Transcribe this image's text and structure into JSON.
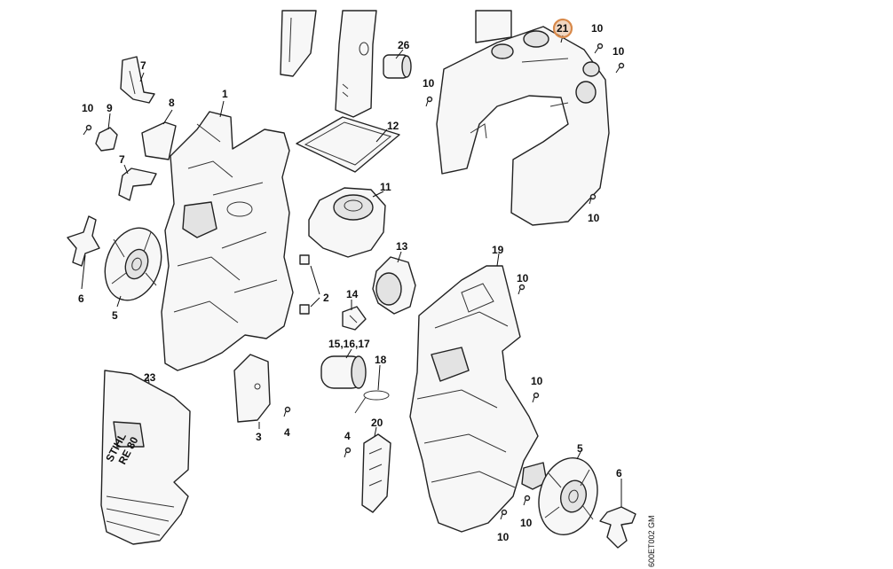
{
  "diagram": {
    "doc_code": "600ET002 GM",
    "highlight_color": "#d8894a",
    "callouts": [
      {
        "id": "c-26",
        "label": "26"
      },
      {
        "id": "c-21",
        "label": "21",
        "highlight": true
      },
      {
        "id": "c-10a",
        "label": "10"
      },
      {
        "id": "c-10b",
        "label": "10"
      },
      {
        "id": "c-10c",
        "label": "10"
      },
      {
        "id": "c-10d",
        "label": "10"
      },
      {
        "id": "c-7a",
        "label": "7"
      },
      {
        "id": "c-8",
        "label": "8"
      },
      {
        "id": "c-1",
        "label": "1"
      },
      {
        "id": "c-10e",
        "label": "10"
      },
      {
        "id": "c-9",
        "label": "9"
      },
      {
        "id": "c-12",
        "label": "12"
      },
      {
        "id": "c-7b",
        "label": "7"
      },
      {
        "id": "c-11",
        "label": "11"
      },
      {
        "id": "c-13",
        "label": "13"
      },
      {
        "id": "c-19",
        "label": "19"
      },
      {
        "id": "c-10f",
        "label": "10"
      },
      {
        "id": "c-2",
        "label": "2"
      },
      {
        "id": "c-14",
        "label": "14"
      },
      {
        "id": "c-6a",
        "label": "6"
      },
      {
        "id": "c-5a",
        "label": "5"
      },
      {
        "id": "c-151617",
        "label": "15,16,17"
      },
      {
        "id": "c-18",
        "label": "18"
      },
      {
        "id": "c-10g",
        "label": "10"
      },
      {
        "id": "c-23",
        "label": "23"
      },
      {
        "id": "c-20",
        "label": "20"
      },
      {
        "id": "c-3",
        "label": "3"
      },
      {
        "id": "c-4a",
        "label": "4"
      },
      {
        "id": "c-4b",
        "label": "4"
      },
      {
        "id": "c-5b",
        "label": "5"
      },
      {
        "id": "c-6b",
        "label": "6"
      },
      {
        "id": "c-10h",
        "label": "10"
      },
      {
        "id": "c-10i",
        "label": "10"
      }
    ],
    "logo": {
      "brand": "STIHL",
      "model": "RE 80"
    }
  }
}
